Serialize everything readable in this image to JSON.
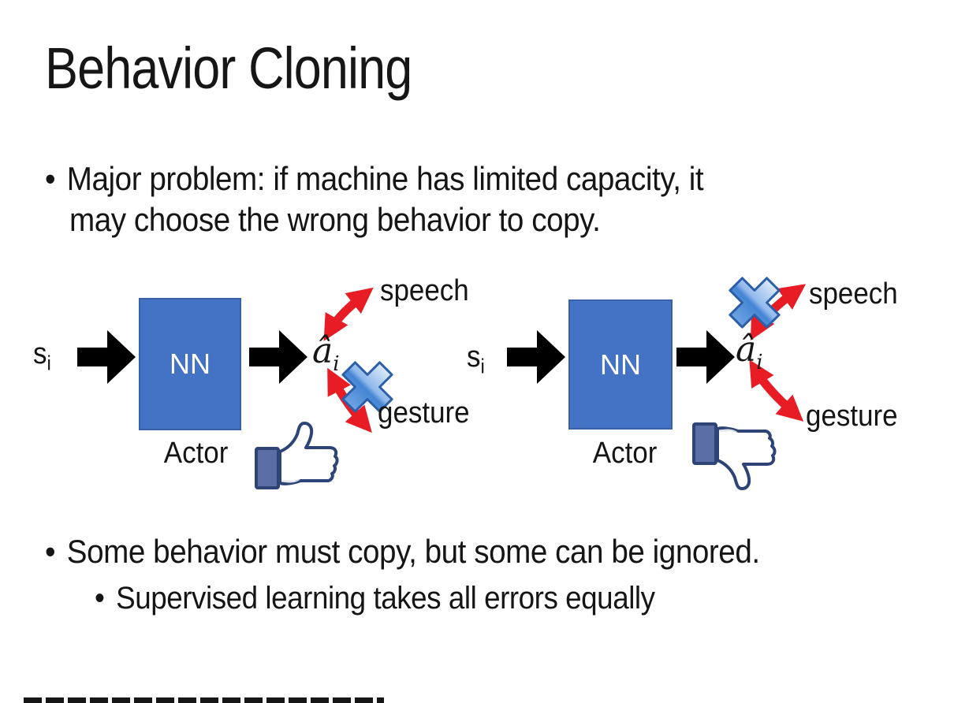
{
  "slide": {
    "title": "Behavior Cloning",
    "bullets": {
      "marker": "•",
      "b1_line1": "Major problem: if machine has limited capacity, it",
      "b1_line2": "may choose the wrong behavior to copy.",
      "b2": "Some behavior must copy, but some can be ignored.",
      "b2_sub": "Supervised learning takes all errors equally"
    }
  },
  "diagram": {
    "input_base": "s",
    "input_sub": "i",
    "nn_label": "NN",
    "actor_label": "Actor",
    "output_base": "â",
    "output_sub": "i",
    "speech_label": "speech",
    "gesture_label": "gesture"
  },
  "icons": {
    "thumbs_up": "thumbs-up-icon",
    "thumbs_down": "thumbs-down-icon",
    "blue_cross": "blue-cross-icon",
    "black_arrow": "black-right-arrow-icon",
    "red_double_arrow": "red-double-arrow-icon"
  },
  "colors": {
    "nn_box": "#4472C4",
    "nn_text": "#FFFFFF",
    "arrow_black": "#000000",
    "red_arrow": "#E81C24",
    "cross_blue": "#4A8CDB",
    "cross_outline": "#2D5FA6",
    "thumb_outline": "#2E4476",
    "thumb_cuff": "#5B6EA5",
    "text": "#111111",
    "background": "#FFFFFF"
  }
}
